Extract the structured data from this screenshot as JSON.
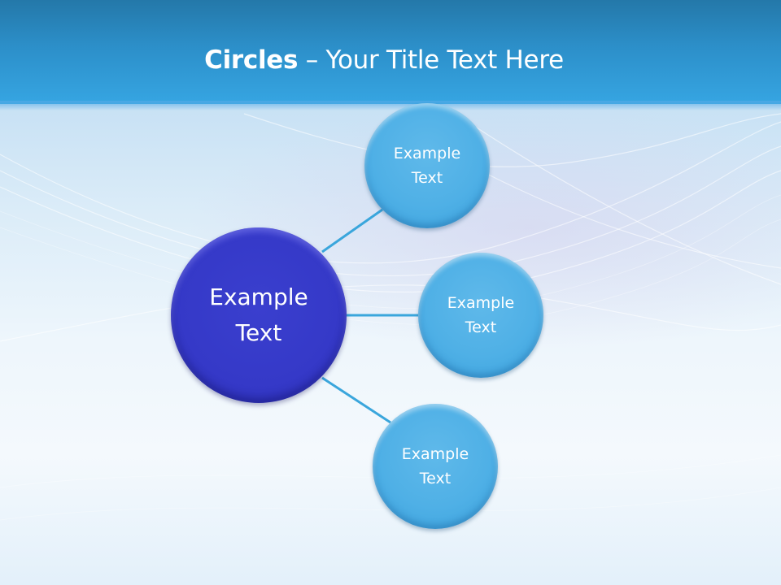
{
  "slide": {
    "title_bold": "Circles",
    "title_rest": " – Your Title Text Here",
    "colors": {
      "header_top": "#2478a9",
      "header_bottom": "#36a5e2",
      "center_circle": "#3539c8",
      "outer_circle": "#4fb0e6",
      "connector": "#3aa6dc"
    }
  },
  "diagram": {
    "center": {
      "line1": "Example",
      "line2": "Text"
    },
    "nodes": [
      {
        "line1": "Example",
        "line2": "Text"
      },
      {
        "line1": "Example",
        "line2": "Text"
      },
      {
        "line1": "Example",
        "line2": "Text"
      }
    ]
  }
}
